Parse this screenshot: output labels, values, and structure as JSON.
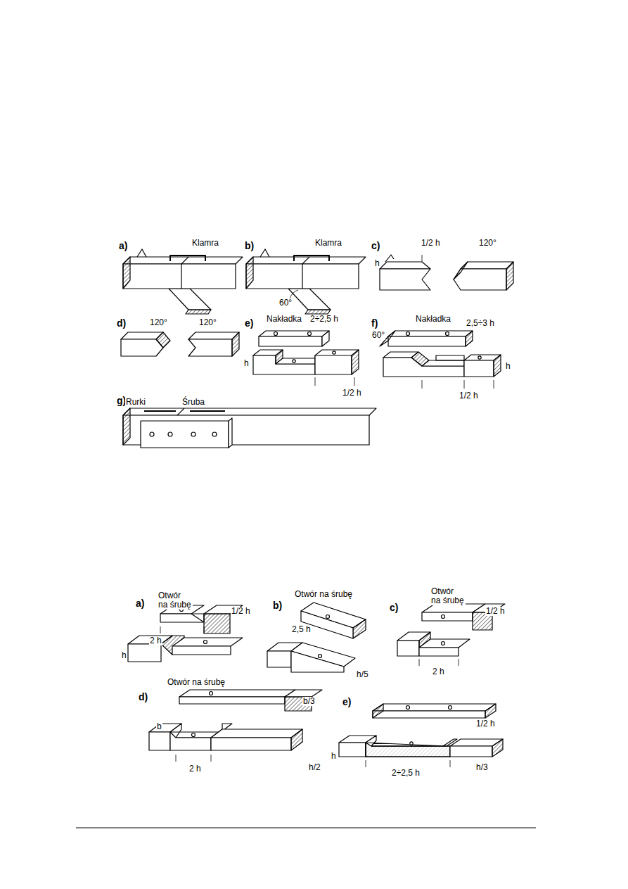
{
  "diagram": {
    "labels": [
      "a)",
      "Klamra",
      "b)",
      "Klamra",
      "60°",
      "c)",
      "1/2 h",
      "120°",
      "h",
      "d)",
      "120°",
      "120°",
      "e)",
      "Nakładka",
      "2÷2,5 h",
      "h",
      "1/2 h",
      "f)",
      "Nakładka",
      "2,5÷3 h",
      "60°",
      "h",
      "1/2 h",
      "g)",
      "Rurki",
      "Śruba",
      "a)",
      "Otwór na śrubę",
      "1/2 h",
      "2 h",
      "h",
      "b)",
      "Otwór na śrubę",
      "2,5 h",
      "h/5",
      "c)",
      "Otwór na śrubę",
      "1/2 h",
      "2 h",
      "d)",
      "Otwór na śrubę",
      "b/3",
      "b",
      "2 h",
      "h/2",
      "e)",
      "1/2 h",
      "h",
      "2÷2,5 h",
      "h/3"
    ]
  }
}
